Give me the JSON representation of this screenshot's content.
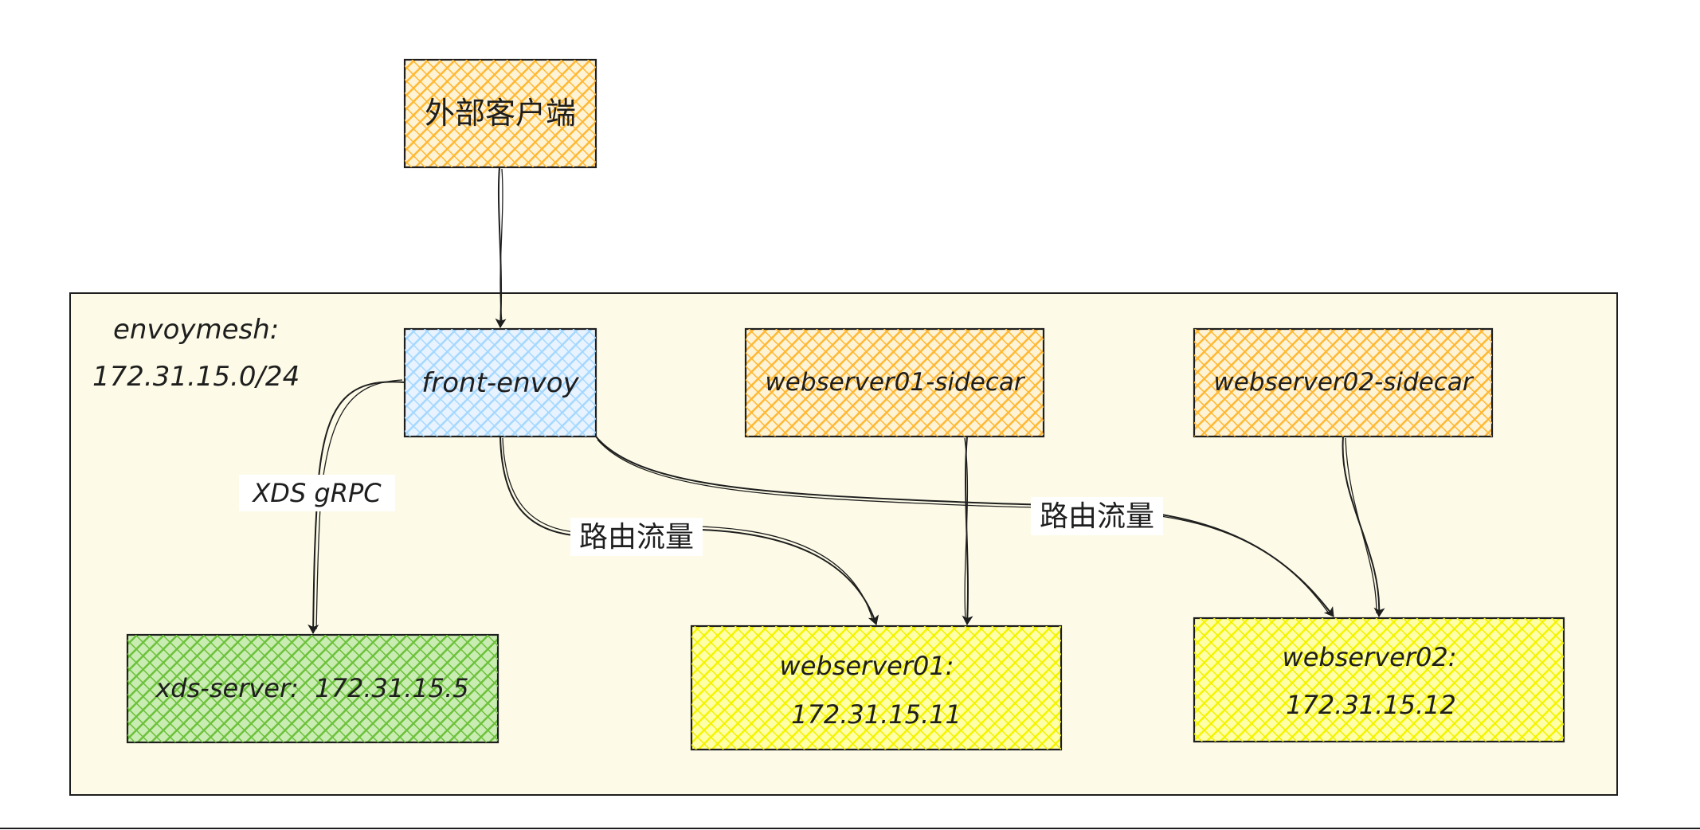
{
  "diagram": {
    "external_client": {
      "label": "外部客户端",
      "color": "#ffc34d"
    },
    "mesh": {
      "label_line1": "envoymesh:",
      "label_line2": "172.31.15.0/24",
      "color": "#fdfbe7"
    },
    "nodes": {
      "front_envoy": {
        "label": "front-envoy",
        "color": "#a5d8ff"
      },
      "webserver01_sidecar": {
        "label": "webserver01-sidecar",
        "color": "#ffc34d"
      },
      "webserver02_sidecar": {
        "label": "webserver02-sidecar",
        "color": "#ffc34d"
      },
      "xds_server": {
        "label": "xds-server:  172.31.15.5",
        "color": "#7ccd4a"
      },
      "webserver01": {
        "label_line1": "webserver01:",
        "label_line2": "172.31.15.11",
        "color": "#ffff33"
      },
      "webserver02": {
        "label_line1": "webserver02:",
        "label_line2": "172.31.15.12",
        "color": "#ffff33"
      }
    },
    "edge_labels": {
      "xds_grpc": "XDS gRPC",
      "route_traffic_1": "路由流量",
      "route_traffic_2": "路由流量"
    },
    "colors": {
      "stroke": "#1e1e1e",
      "background": "#ffffff"
    }
  }
}
